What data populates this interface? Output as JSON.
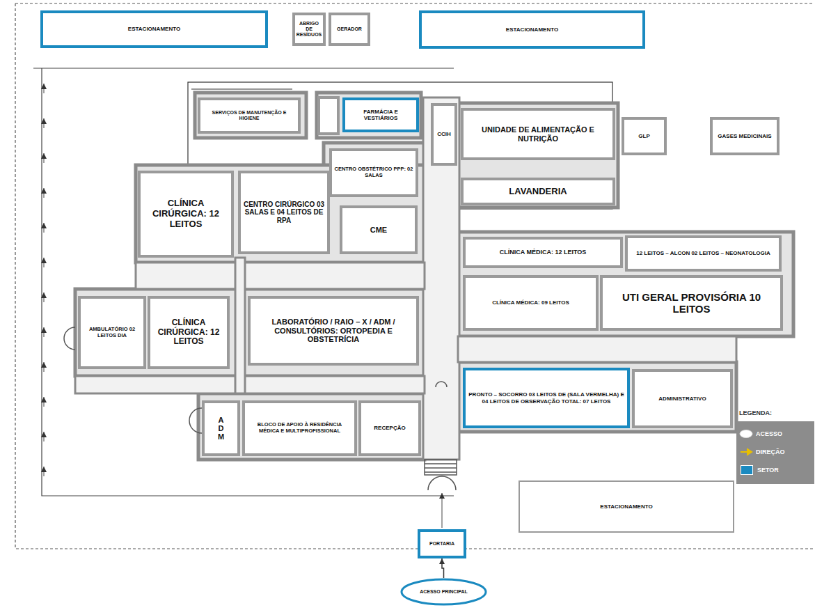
{
  "diagram": {
    "nodes": [
      {
        "text": [
          "ESTACIONAMENTO"
        ]
      },
      {
        "text": [
          "ABRIGO DE RESÍDUOS"
        ]
      },
      {
        "text": [
          "GERADOR"
        ]
      },
      {
        "text": [
          "ESTACIONAMENTO"
        ]
      },
      {
        "text": [
          "SERVIÇOS DE MANUTENÇÃO E HIGIENE"
        ]
      },
      {
        "text": [
          "FARMÁCIA E VESTIÁRIOS"
        ]
      },
      {
        "text": [
          "CCIH"
        ]
      },
      {
        "text": [
          "UNIDADE DE ALIMENTAÇÃO E NUTRIÇÃO"
        ]
      },
      {
        "text": [
          "GLP"
        ]
      },
      {
        "text": [
          "GASES MEDICINAIS"
        ]
      },
      {
        "text": [
          "CENTRO OBSTÉTRICO PPP: 02 SALAS"
        ]
      },
      {
        "text": [
          "CLÍNICA CIRÚRGICA: 12 LEITOS"
        ]
      },
      {
        "text": [
          "CENTRO CIRÚRGICO 03 SALAS E 04 LEITOS DE RPA"
        ]
      },
      {
        "text": [
          "CME"
        ]
      },
      {
        "text": [
          "LAVANDERIA"
        ]
      },
      {
        "text": [
          "CLÍNICA MÉDICA: 12 LEITOS"
        ]
      },
      {
        "text": [
          "12 LEITOS – ALCON 02 LEITOS – NEONATOLOGIA"
        ]
      },
      {
        "text": [
          "CLÍNICA MÉDICA: 09 LEITOS"
        ]
      },
      {
        "text": [
          "UTI GERAL PROVISÓRIA 10 LEITOS"
        ]
      },
      {
        "text": [
          "AMBULATÓRIO 02 LEITOS DIA"
        ]
      },
      {
        "text": [
          "CLÍNICA CIRÚRGICA: 12 LEITOS"
        ]
      },
      {
        "text": [
          "LABORATÓRIO / RAIO – X / ADM / CONSULTÓRIOS: ORTOPEDIA E OBSTETRÍCIA"
        ]
      },
      {
        "text": [
          "PRONTO – SOCORRO 03 LEITOS DE (SALA VERMELHA) E 04 LEITOS DE OBSERVAÇÃO TOTAL: 07 LEITOS"
        ]
      },
      {
        "text": [
          "ADMINISTRATIVO"
        ]
      },
      {
        "text": [
          "ADM"
        ]
      },
      {
        "text": [
          "BLOCO DE APOIO À RESIDÊNCIA MÉDICA E MULTIPROFISSIONAL"
        ]
      },
      {
        "text": [
          "RECEPÇÃO"
        ]
      },
      {
        "text": [
          "ESTACIONAMENTO"
        ]
      },
      {
        "text": [
          "PORTARIA"
        ]
      },
      {
        "text": [
          "ACESSO PRINCIPAL"
        ]
      }
    ],
    "edges": [
      {
        "from": 29,
        "to": 28,
        "arrow": "to"
      }
    ],
    "labels": [
      "LEGENDA:"
    ],
    "legend": [
      {
        "text": "ACESSO"
      },
      {
        "text": "DIREÇÃO"
      },
      {
        "text": "SETOR",
        "color": "#1a8ac0"
      }
    ]
  }
}
